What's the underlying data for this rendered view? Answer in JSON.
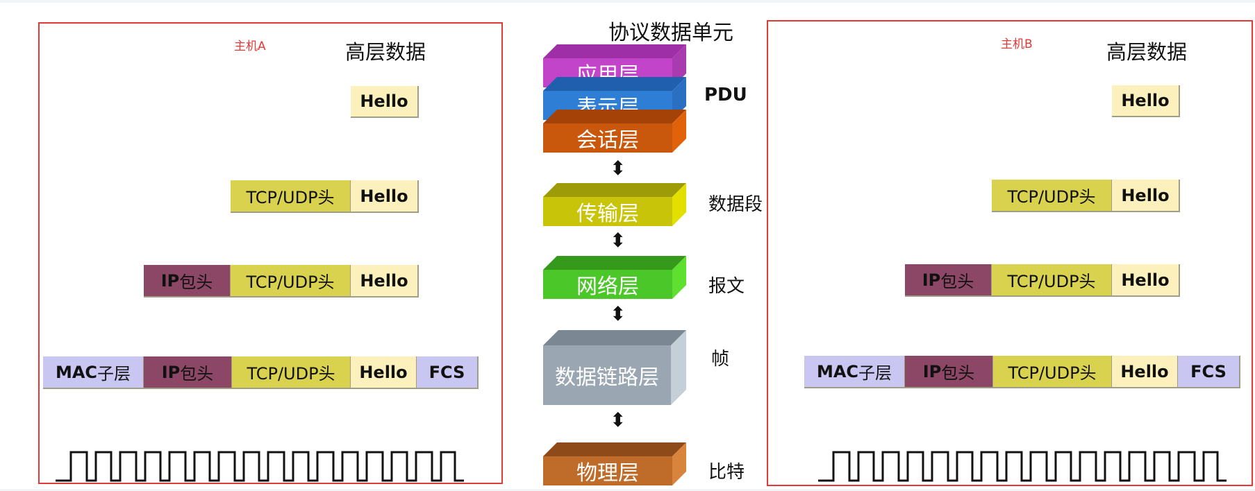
{
  "title": "协议数据单元",
  "cells": {
    "hello": "Hello",
    "tcp_udp": "TCP/UDP头",
    "ip_prefix": "IP",
    "ip_suffix": "包头",
    "mac_prefix": "MAC",
    "mac_suffix": "子层",
    "fcs": "FCS"
  },
  "host_a": {
    "label": "主机A",
    "heading": "高层数据"
  },
  "host_b": {
    "label": "主机B",
    "heading": "高层数据"
  },
  "layers": [
    {
      "name": "应用层",
      "color": "#c244c8"
    },
    {
      "name": "表示层",
      "color": "#2f7ed6"
    },
    {
      "name": "会话层",
      "color": "#c9570c"
    },
    {
      "name": "传输层",
      "color": "#c8c40a"
    },
    {
      "name": "网络层",
      "color": "#4cc72a"
    },
    {
      "name": "数据链路层",
      "color": "#9aa7b2"
    },
    {
      "name": "物理层",
      "color": "#bf6b2a"
    }
  ],
  "pdu_labels": [
    "PDU",
    "数据段",
    "报文",
    "帧",
    "比特"
  ],
  "arrow_glyph": "⬍"
}
